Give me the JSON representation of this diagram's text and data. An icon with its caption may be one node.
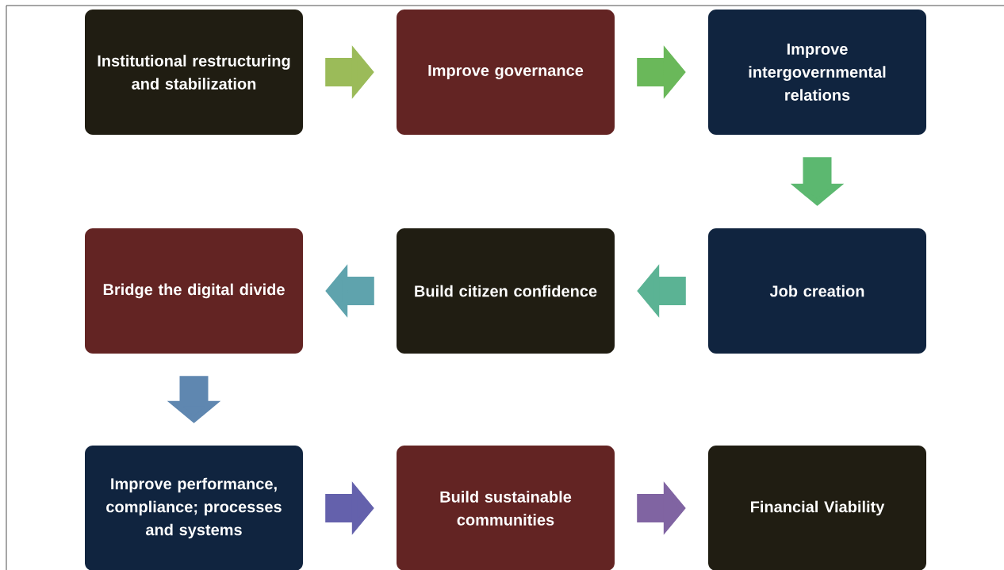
{
  "diagram": {
    "nodes": [
      {
        "text": [
          "Institutional restructuring and stabilization"
        ]
      },
      {
        "text": [
          "Improve governance"
        ]
      },
      {
        "text": [
          "Improve intergovernmental relations"
        ]
      },
      {
        "text": [
          "Bridge the digital divide"
        ]
      },
      {
        "text": [
          "Build citizen confidence"
        ]
      },
      {
        "text": [
          "Job creation"
        ]
      },
      {
        "text": [
          "Improve performance, compliance; processes and systems"
        ]
      },
      {
        "text": [
          "Build sustainable communities"
        ]
      },
      {
        "text": [
          "Financial Viability"
        ]
      }
    ],
    "edges": [
      {
        "from": 0,
        "to": 1,
        "arrow": "to",
        "color": "#9bbb59"
      },
      {
        "from": 1,
        "to": 2,
        "arrow": "to",
        "color": "#6ab85a"
      },
      {
        "from": 2,
        "to": 5,
        "arrow": "to",
        "color": "#5cb870"
      },
      {
        "from": 5,
        "to": 4,
        "arrow": "to",
        "color": "#5bb394"
      },
      {
        "from": 4,
        "to": 3,
        "arrow": "to",
        "color": "#5fa3ad"
      },
      {
        "from": 3,
        "to": 6,
        "arrow": "to",
        "color": "#5f87b0"
      },
      {
        "from": 6,
        "to": 7,
        "arrow": "to",
        "color": "#6461ac"
      },
      {
        "from": 7,
        "to": 8,
        "arrow": "to",
        "color": "#8064a2"
      }
    ]
  }
}
